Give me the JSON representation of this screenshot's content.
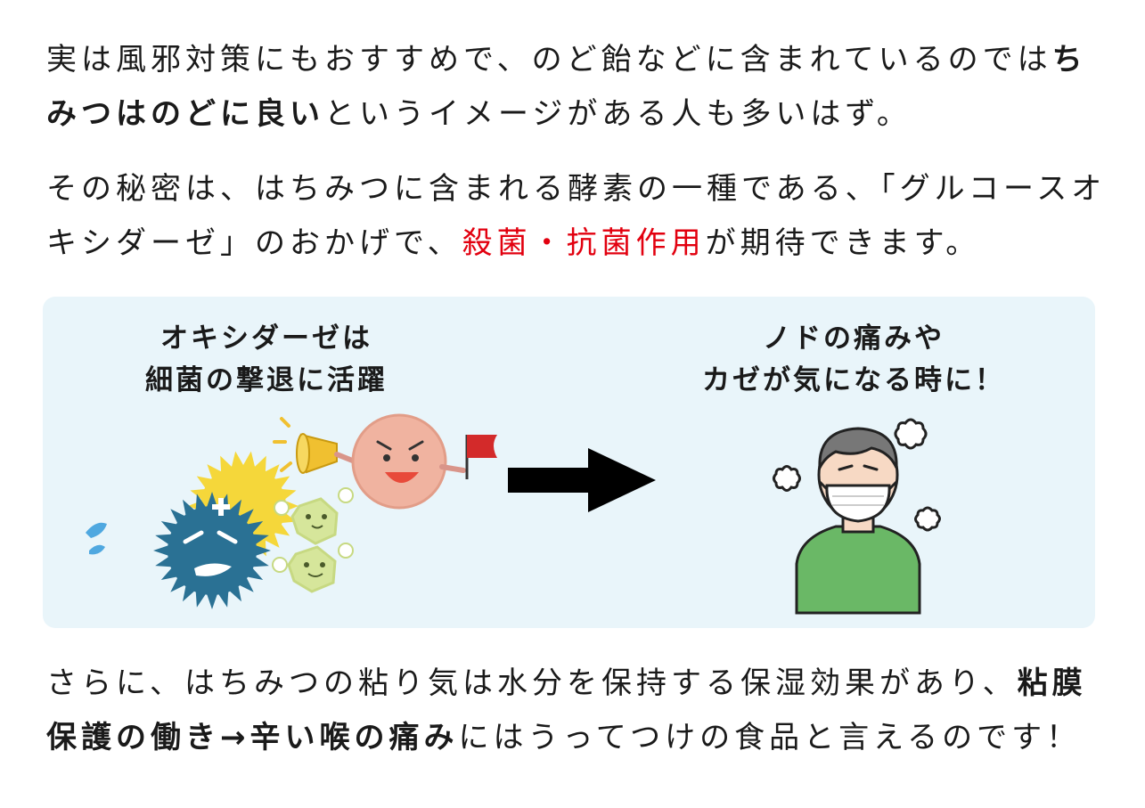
{
  "paragraph1": {
    "t1": "実は風邪対策にもおすすめで、のど飴などに含まれているのでは",
    "t2": "ちみつはのどに良い",
    "t3": "というイメージがある人も多いはず。"
  },
  "paragraph2": {
    "t1": "その秘密は、はちみつに含まれる酵素の一種である、「グルコースオキシダーゼ」のおかげで、",
    "t2": "殺菌・抗菌作用",
    "t3": "が期待できます。"
  },
  "illustration": {
    "left_caption_line1": "オキシダーゼは",
    "left_caption_line2": "細菌の撃退に活躍",
    "right_caption_line1": "ノドの痛みや",
    "right_caption_line2": "カゼが気になる時に！"
  },
  "paragraph3": {
    "t1": "さらに、はちみつの粘り気は水分を保持する保湿効果があり、",
    "t2": "粘膜保護の働き→辛い喉の痛み",
    "t3": "にはうってつけの食品と言えるのです！"
  },
  "colors": {
    "emphasis_red": "#e2000f",
    "panel_bg": "#e9f5fa",
    "germ_blue": "#2a7194",
    "germ_yellow": "#f5d73a",
    "germ_green": "#d6e69b",
    "enzyme_pink": "#f0b3a0",
    "shirt_green": "#6ab866",
    "arrow": "#000000"
  }
}
